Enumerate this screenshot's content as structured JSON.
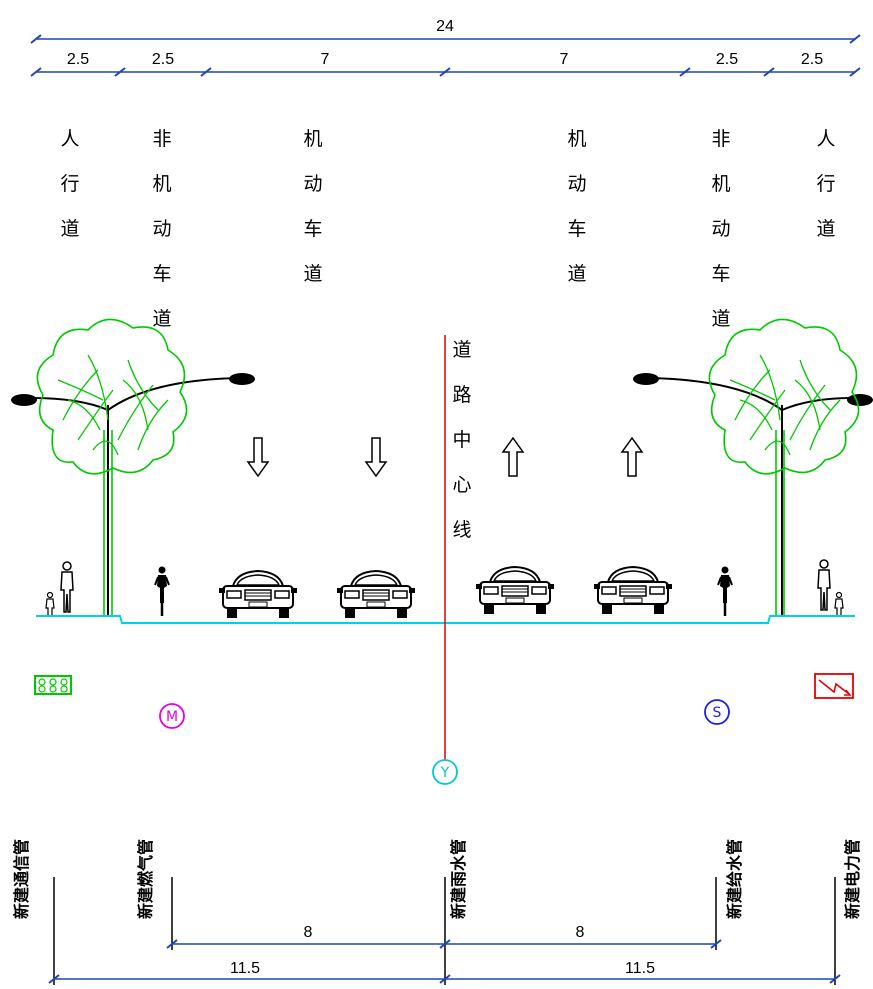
{
  "top_dimensions": {
    "total": "24",
    "segments": [
      "2.5",
      "2.5",
      "7",
      "7",
      "2.5",
      "2.5"
    ]
  },
  "lanes": {
    "left_sidewalk": "人行道",
    "left_bike_lane": "非机动车道",
    "left_motor_lane": "机动车道",
    "right_motor_lane": "机动车道",
    "right_bike_lane": "非机动车道",
    "right_sidewalk": "人行道"
  },
  "centerline_label": "道路中心线",
  "traffic_arrows": [
    "down",
    "down",
    "up",
    "up"
  ],
  "pipe_symbols": {
    "telecom": "",
    "gas": "M",
    "rain": "Y",
    "water": "S",
    "power": ""
  },
  "pipes": [
    {
      "label": "新建通信管"
    },
    {
      "label": "新建燃气管"
    },
    {
      "label": "新建雨水管"
    },
    {
      "label": "新建给水管"
    },
    {
      "label": "新建电力管"
    }
  ],
  "bottom_dimensions": {
    "inner_left": "8",
    "inner_right": "8",
    "outer_left": "11.5",
    "outer_right": "11.5"
  },
  "colors": {
    "dimension_line": "#1e46b4",
    "ground_line": "#00d2e6",
    "vegetation": "#00c800",
    "centerline": "#e60000",
    "gas_symbol": "#e600e6",
    "water_symbol": "#1e1ee6",
    "rain_symbol": "#00c8d2",
    "power_symbol": "#e60000",
    "telecom_symbol": "#00c800"
  }
}
